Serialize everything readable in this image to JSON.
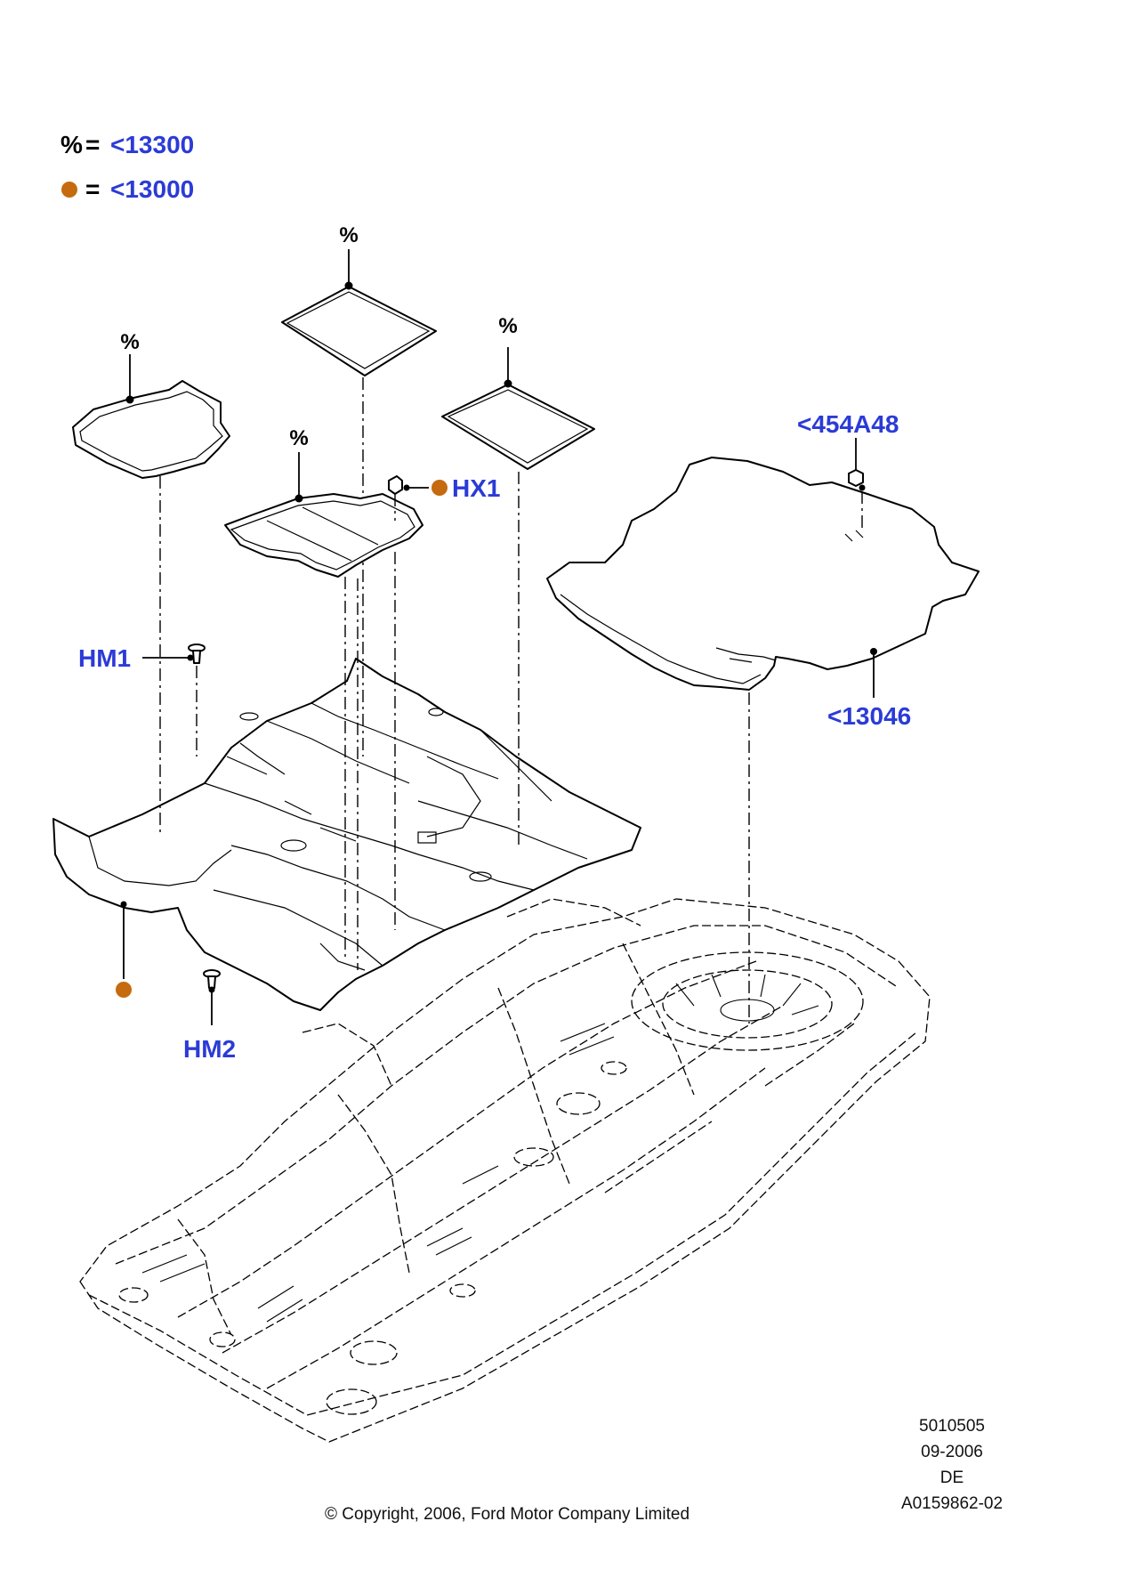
{
  "legend": {
    "percent_symbol": "%",
    "percent_equals": "=",
    "percent_ref": "<13300",
    "dot_equals": "=",
    "dot_ref": "<13000",
    "dot_color": "#c56a0f"
  },
  "callouts": {
    "mat_front_left": "%",
    "mat_front_right": "%",
    "mat_rear_left": "%",
    "mat_rear_right": "%",
    "hx1": "HX1",
    "hm1": "HM1",
    "hm2": "HM2",
    "loadspace_fastener": "<454A48",
    "loadspace_mat": "<13046"
  },
  "colors": {
    "callout_blue": "#2b3bd6"
  },
  "footer": {
    "copyright": "© Copyright, 2006, Ford Motor Company Limited",
    "code_line1": "5010505",
    "code_line2": "09-2006",
    "code_line3": "DE",
    "code_line4": "A0159862-02"
  }
}
